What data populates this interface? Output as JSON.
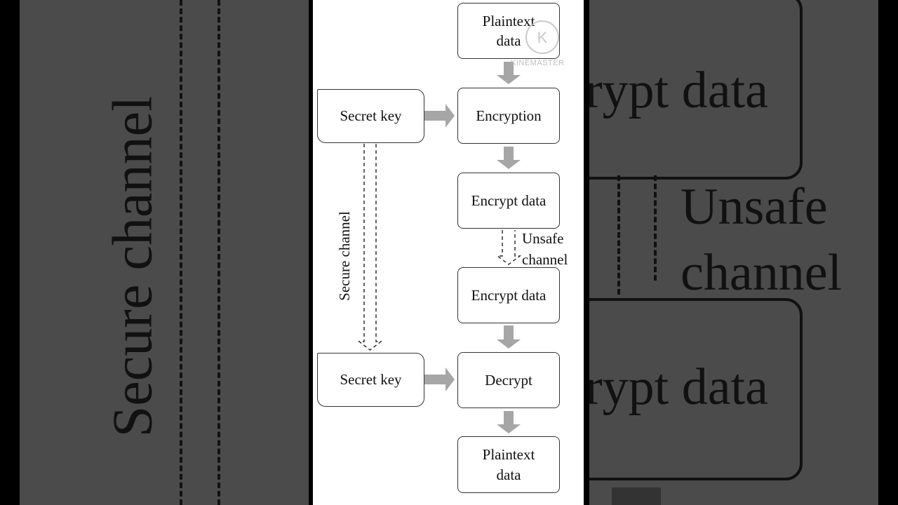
{
  "diagram": {
    "nodes": [
      {
        "id": "plaintext-top",
        "label_lines": [
          "Plaintext",
          "data"
        ]
      },
      {
        "id": "secret-key-top",
        "label_lines": [
          "Secret key"
        ]
      },
      {
        "id": "encryption",
        "label_lines": [
          "Encryption"
        ]
      },
      {
        "id": "encrypt-data-1",
        "label_lines": [
          "Encrypt data"
        ]
      },
      {
        "id": "encrypt-data-2",
        "label_lines": [
          "Encrypt data"
        ]
      },
      {
        "id": "secret-key-bottom",
        "label_lines": [
          "Secret key"
        ]
      },
      {
        "id": "decrypt",
        "label_lines": [
          "Decrypt"
        ]
      },
      {
        "id": "plaintext-bottom",
        "label_lines": [
          "Plaintext",
          "data"
        ]
      }
    ],
    "edges": [
      {
        "from": "plaintext-top",
        "to": "encryption",
        "style": "solid"
      },
      {
        "from": "secret-key-top",
        "to": "encryption",
        "style": "solid"
      },
      {
        "from": "encryption",
        "to": "encrypt-data-1",
        "style": "solid"
      },
      {
        "from": "encrypt-data-1",
        "to": "encrypt-data-2",
        "style": "dashed",
        "label": "Unsafe channel"
      },
      {
        "from": "secret-key-top",
        "to": "secret-key-bottom",
        "style": "dashed",
        "label": "Secure channel"
      },
      {
        "from": "encrypt-data-2",
        "to": "decrypt",
        "style": "solid"
      },
      {
        "from": "secret-key-bottom",
        "to": "decrypt",
        "style": "solid"
      },
      {
        "from": "decrypt",
        "to": "plaintext-bottom",
        "style": "solid"
      }
    ],
    "secure_channel_label": "Secure channel",
    "unsafe_channel_label_lines": [
      "Unsafe",
      "channel"
    ],
    "arrow_color": "#a6a6a6",
    "watermark": "KINEMASTER"
  },
  "background": {
    "vertical_text": "Secure channel",
    "right_texts": [
      "rypt data",
      "Unsafe",
      "channel",
      "rypt data"
    ]
  }
}
